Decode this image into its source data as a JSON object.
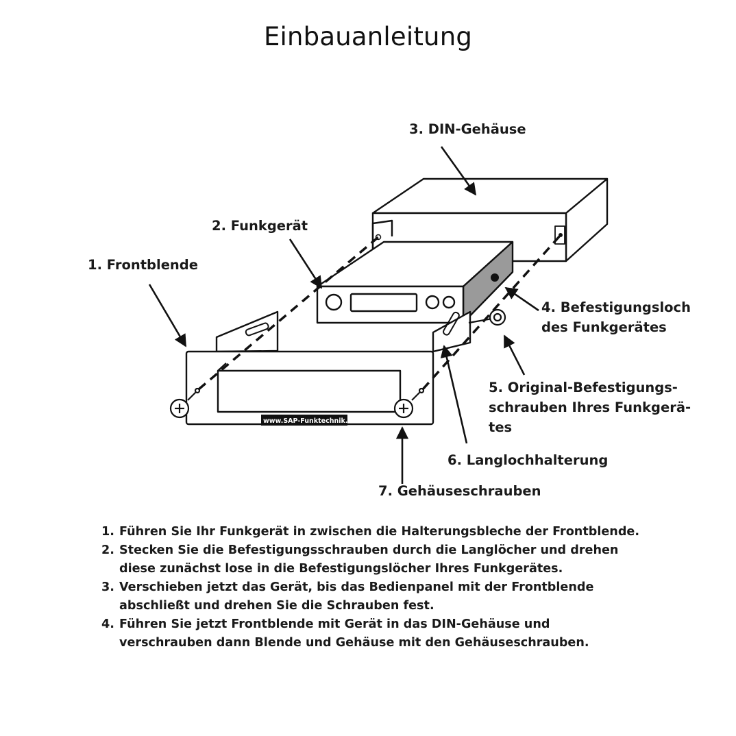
{
  "title": "Einbauanleitung",
  "labels": {
    "din_gehaeuse": "3. DIN-Gehäuse",
    "funkgeraet": "2. Funkgerät",
    "frontblende": "1. Frontblende",
    "befestigungsloch": [
      "4. Befestigungsloch",
      "des Funkgerätes"
    ],
    "schrauben": [
      "5. Original-Befestigungs-",
      "schrauben Ihres Funkgerä-",
      "tes"
    ],
    "langloch": "6. Langlochhalterung",
    "gehaeuseschrauben": "7. Gehäuseschrauben"
  },
  "watermark": "www.SAP-Funktechnik.de",
  "steps": [
    {
      "num": "1.",
      "lines": [
        "Führen Sie Ihr Funkgerät in zwischen die Halterungsbleche der Frontblende."
      ]
    },
    {
      "num": "2.",
      "lines": [
        "Stecken Sie die Befestigungsschrauben durch die Langlöcher und drehen",
        "diese zunächst lose in die Befestigungslöcher Ihres Funkgerätes."
      ]
    },
    {
      "num": "3.",
      "lines": [
        "Verschieben jetzt das Gerät, bis das Bedienpanel mit der Frontblende",
        "abschließt und drehen Sie die Schrauben fest."
      ]
    },
    {
      "num": "4.",
      "lines": [
        "Führen Sie jetzt Frontblende mit Gerät in das DIN-Gehäuse und",
        "verschrauben dann Blende und Gehäuse mit den Gehäuseschrauben."
      ]
    }
  ]
}
